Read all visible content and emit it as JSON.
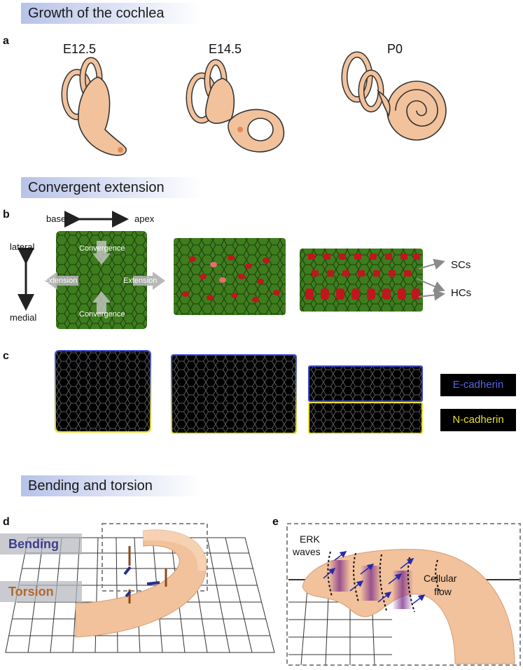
{
  "sections": {
    "growth": "Growth of the cochlea",
    "convergent": "Convergent extension",
    "bending": "Bending and torsion"
  },
  "panels": {
    "a": "a",
    "b": "b",
    "c": "c",
    "d": "d",
    "e": "e"
  },
  "stages": [
    "E12.5",
    "E14.5",
    "P0"
  ],
  "panel_b": {
    "base": "base",
    "apex": "apex",
    "lateral": "lateral",
    "medial": "medial",
    "convergence_top": "Convergence",
    "convergence_bottom": "Convergence",
    "extension_left": "Extension",
    "extension_right": "Extension",
    "scs": "SCs",
    "hcs": "HCs"
  },
  "panel_c": {
    "ecadherin": "E-cadherin",
    "ncadherin": "N-cadherin"
  },
  "panel_d": {
    "bending": "Bending",
    "torsion": "Torsion"
  },
  "panel_e": {
    "erk_line1": "ERK",
    "erk_line2": "waves",
    "flow_line1": "Cellular",
    "flow_line2": "flow"
  },
  "colors": {
    "cochlea": "#f2c29c",
    "cell_green": "#3e7d1e",
    "hair_cell": "#c0161d",
    "ecadherin": "#3c46c8",
    "ncadherin": "#e8e030",
    "bending": "#3a3f8f",
    "torsion": "#b06a2a"
  }
}
